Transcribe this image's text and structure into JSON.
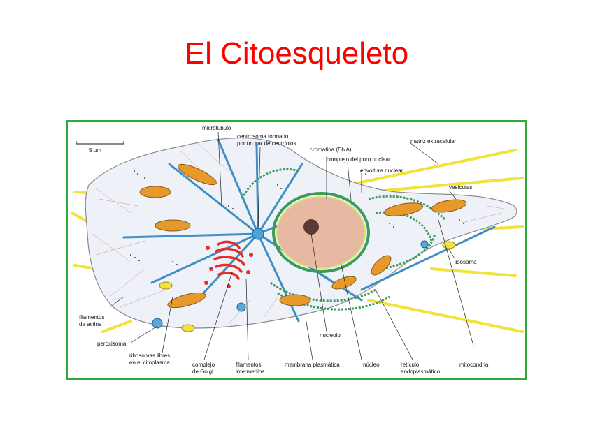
{
  "slide": {
    "title": "El Citoesqueleto"
  },
  "figure": {
    "scale_bar": "5 µm",
    "labels": {
      "microtubulo": "microtúbulo",
      "centrosoma_1": "centrosoma formado",
      "centrosoma_2": "por un par de centríolos",
      "cromatina": "cromatina (DNA)",
      "poro": "complejo del poro nuclear",
      "envoltura": "envoltura nuclear",
      "matriz": "matriz extracelular",
      "vesiculas": "vesículas",
      "lisosoma": "lisosoma",
      "actina_1": "filamentos",
      "actina_2": "de actina",
      "peroxisoma": "peroxisoma",
      "ribosomas_1": "ribosomas libres",
      "ribosomas_2": "en el citoplasma",
      "golgi_1": "complejo",
      "golgi_2": "de Golgi",
      "intermedios_1": "filamentos",
      "intermedios_2": "intermedios",
      "membrana": "membrana plasmática",
      "nucleo": "núcleo",
      "nucleolo": "nucleolo",
      "reticulo_1": "retículo",
      "reticulo_2": "endoplasmático",
      "mitocondria": "mitocondria"
    },
    "colors": {
      "frame": "#2eaa3a",
      "title": "#ff0000",
      "microtubule": "#3f8fc4",
      "golgi": "#e0302a",
      "nucleus": "#e8b9a2",
      "er": "#3c9a5a",
      "mitochondria": "#e79a2a",
      "matrix": "#f2e33a"
    }
  }
}
